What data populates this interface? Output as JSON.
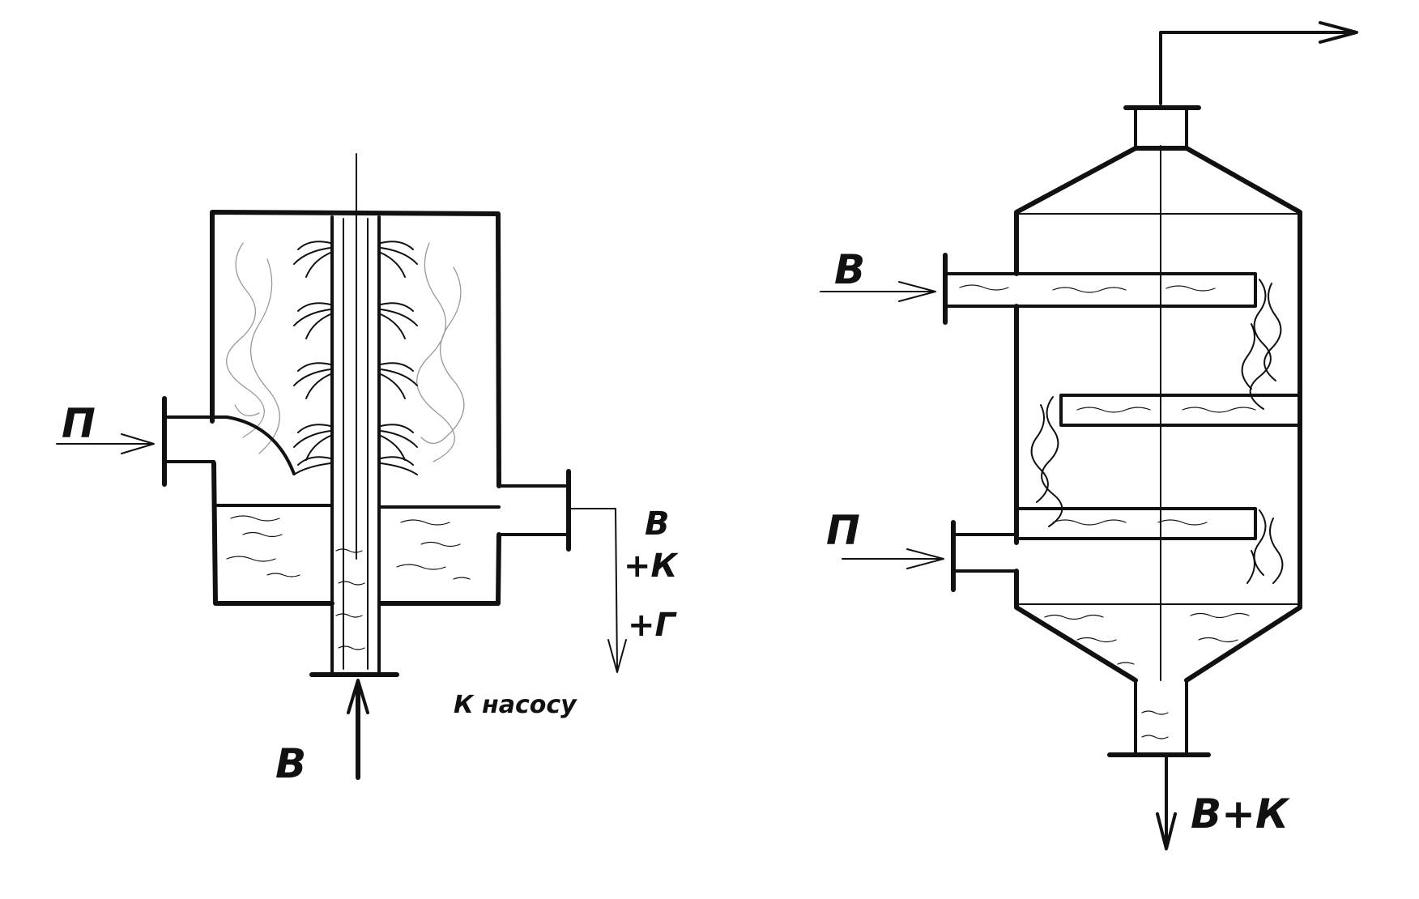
{
  "left_apparatus": {
    "steam_inlet_label": "П",
    "water_inlet_label": "В",
    "outlet_labels": [
      "В",
      "+К",
      "+Г"
    ],
    "outlet_destination": "К насосу"
  },
  "right_apparatus": {
    "water_inlet_label": "В",
    "steam_inlet_label": "П",
    "bottom_outlet_label": "В+К"
  },
  "colors": {
    "ink": "#111111",
    "sketch": "#999999",
    "paper": "#ffffff"
  }
}
